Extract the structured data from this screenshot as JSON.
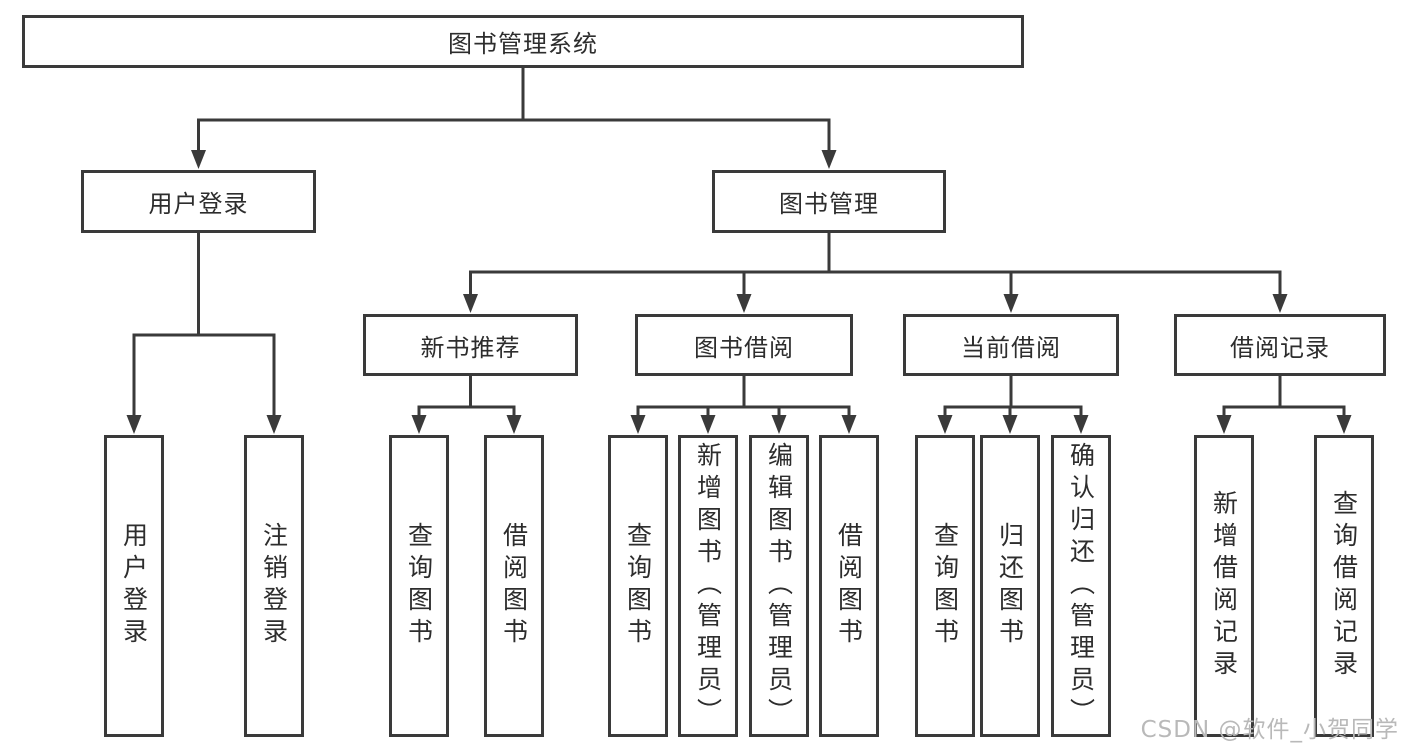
{
  "diagram": {
    "title": "图书管理系统",
    "watermark": "CSDN @软件_小贺同学",
    "colors": {
      "line": "#3a3a3a",
      "text": "#2d2d2d",
      "box_background": "#ffffff",
      "watermark": "#b9b9b9"
    },
    "nodes": [
      {
        "id": "root",
        "label": "图书管理系统",
        "parent": null
      },
      {
        "id": "user-login",
        "label": "用户登录",
        "parent": "root"
      },
      {
        "id": "book-mgmt",
        "label": "图书管理",
        "parent": "root"
      },
      {
        "id": "user-login-leaf",
        "label": "用户登录",
        "parent": "user-login"
      },
      {
        "id": "logout-leaf",
        "label": "注销登录",
        "parent": "user-login"
      },
      {
        "id": "new-book-rec",
        "label": "新书推荐",
        "parent": "book-mgmt"
      },
      {
        "id": "book-borrow",
        "label": "图书借阅",
        "parent": "book-mgmt"
      },
      {
        "id": "current-borrow",
        "label": "当前借阅",
        "parent": "book-mgmt"
      },
      {
        "id": "borrow-record",
        "label": "借阅记录",
        "parent": "book-mgmt"
      },
      {
        "id": "query-books-new",
        "label": "查询图书",
        "parent": "new-book-rec"
      },
      {
        "id": "borrow-books-new",
        "label": "借阅图书",
        "parent": "new-book-rec"
      },
      {
        "id": "query-books-borrow",
        "label": "查询图书",
        "parent": "book-borrow"
      },
      {
        "id": "add-books-admin",
        "label": "新增图书（管理员）",
        "parent": "book-borrow"
      },
      {
        "id": "edit-books-admin",
        "label": "编辑图书（管理员）",
        "parent": "book-borrow"
      },
      {
        "id": "borrow-books-borrow",
        "label": "借阅图书",
        "parent": "book-borrow"
      },
      {
        "id": "query-books-current",
        "label": "查询图书",
        "parent": "current-borrow"
      },
      {
        "id": "return-books",
        "label": "归还图书",
        "parent": "current-borrow"
      },
      {
        "id": "confirm-return-admin",
        "label": "确认归还（管理员）",
        "parent": "current-borrow"
      },
      {
        "id": "add-borrow-record",
        "label": "新增借阅记录",
        "parent": "borrow-record"
      },
      {
        "id": "query-borrow-record",
        "label": "查询借阅记录",
        "parent": "borrow-record"
      }
    ]
  }
}
